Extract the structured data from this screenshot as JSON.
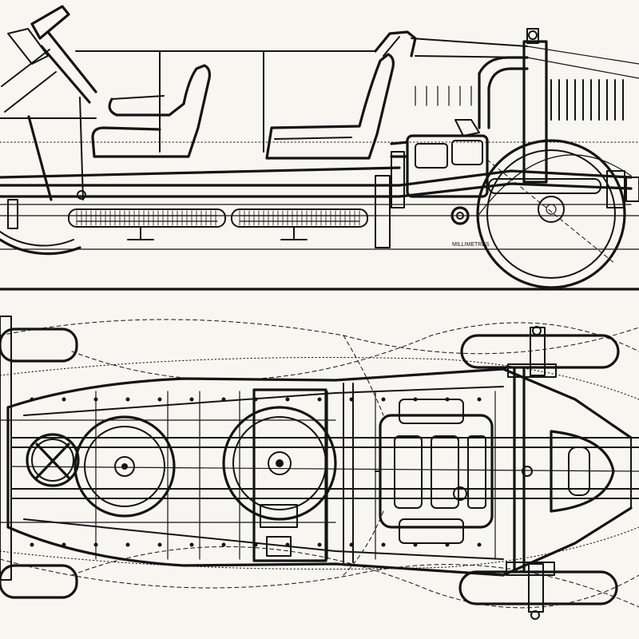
{
  "drawing": {
    "views": [
      {
        "id": "side-elevation"
      },
      {
        "id": "plan-view"
      }
    ],
    "ink_color": "#141414",
    "paper_color": "#f7f6f1",
    "scale_label": "MILLIMETRES"
  }
}
